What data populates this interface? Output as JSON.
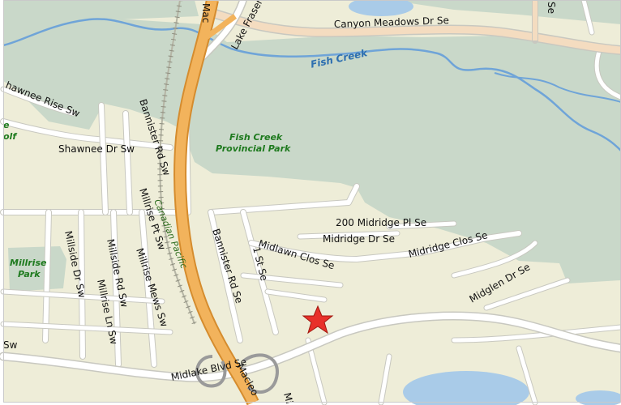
{
  "colors": {
    "land": "#eeedd8",
    "park": "#c9d8c9",
    "water": "#a9cbe8",
    "creek": "#6fa4d8",
    "highway": "#f2b35c",
    "highway_edge": "#d58c2e",
    "road": "#ffffff",
    "marker": "#e8312a",
    "frame": "#c9c9c9"
  },
  "labels": {
    "shawnee_rise": "hawnee Rise Sw",
    "golf_e": "e",
    "golf_olf": "olf",
    "shawnee_dr": "Shawnee Dr Sw",
    "bannister_upper": "Bannister Rd Sw",
    "canadian_pacific": "Canadian Pacific",
    "bannister_lower": "Bannister Rd Se",
    "millrise_pt": "Millrise Pt Sw",
    "millrise_mews": "Millrise Mews Sw",
    "millside_dr": "Millside Dr Sw",
    "millside_rd": "Millside Rd Sw",
    "millrise_ln": "Millrise Ln Sw",
    "sw_left": "Sw",
    "first_st": "1 St Se",
    "midlawn": "Midlawn Clos Se",
    "midridge_pl": "200 Midridge Pl Se",
    "midridge_dr": "Midridge Dr Se",
    "midridge_clos": "Midridge Clos Se",
    "midglen": "Midglen Dr Se",
    "midlake": "Midlake Blvd Se",
    "macleod_top": "Mac",
    "macleod_bottom": "Macleo",
    "lake_fraser": "Lake Fraser",
    "canyon_meadows": "Canyon Meadows Dr Se",
    "se_top_right": "Se",
    "mi_bottom": "Mi",
    "fish_creek": "Fish Creek",
    "park_line1": "Fish Creek",
    "park_line2": "Provincial Park",
    "millrise_park_line1": "Millrise",
    "millrise_park_line2": "Park"
  },
  "marker": {
    "icon": "star-icon"
  }
}
